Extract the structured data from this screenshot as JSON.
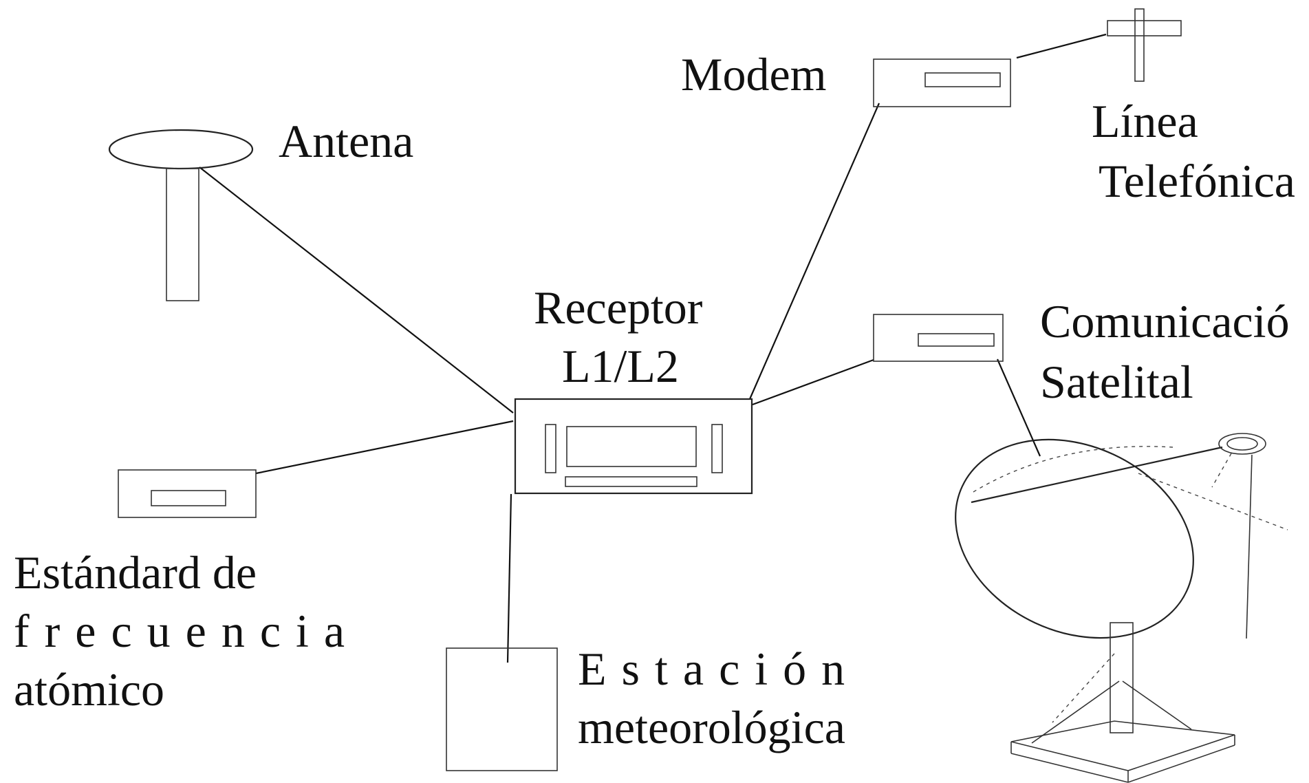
{
  "labels": {
    "modem": "Modem",
    "linea_1": "Línea",
    "linea_2": "Telefónica",
    "antena": "Antena",
    "receptor_1": "Receptor",
    "receptor_2": "L1/L2",
    "comunicacion_1": "Comunicació",
    "comunicacion_2": "Satelital",
    "estandar_1": "Estándard de",
    "estandar_2": "frecuencia",
    "estandar_3": "atómico",
    "estacion_1": "Estación",
    "estacion_2": "meteorológica"
  },
  "colors": {
    "ink": "#111111",
    "background": "#ffffff"
  },
  "icons": [
    "antenna-icon",
    "modem-icon",
    "telephone-pole-icon",
    "receiver-icon",
    "satellite-modem-icon",
    "atomic-clock-icon",
    "weather-station-icon",
    "satellite-dish-icon"
  ]
}
